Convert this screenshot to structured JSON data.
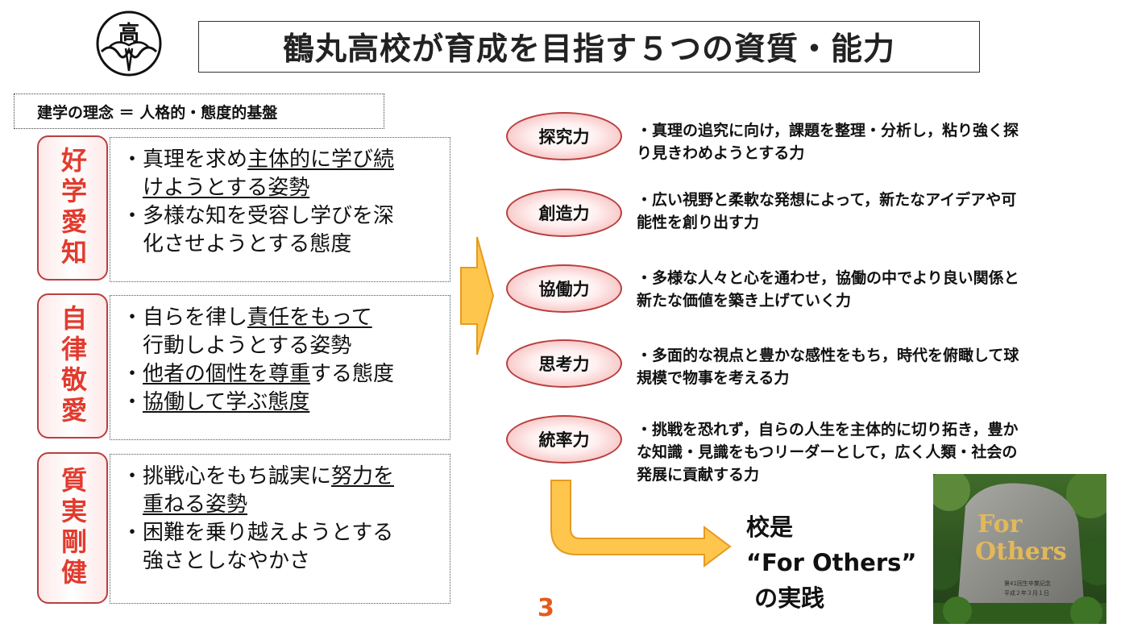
{
  "title": "鶴丸高校が育成を目指す５つの資質・能力",
  "logo_text": "高",
  "philosophy": "建学の理念 ＝ 人格的・態度的基盤",
  "pillars": [
    {
      "label": "好学愛知",
      "lines": [
        {
          "parts": [
            {
              "t": "・真理を求め",
              "u": false
            },
            {
              "t": "主体的に学び続",
              "u": true
            }
          ]
        },
        {
          "parts": [
            {
              "t": "　",
              "u": false
            },
            {
              "t": "けようとする姿勢",
              "u": true
            }
          ]
        },
        {
          "parts": [
            {
              "t": "・多様な知を受容し学びを深",
              "u": false
            }
          ]
        },
        {
          "parts": [
            {
              "t": "　化させようとする態度",
              "u": false
            }
          ]
        }
      ]
    },
    {
      "label": "自律敬愛",
      "lines": [
        {
          "parts": [
            {
              "t": "・自らを律し",
              "u": false
            },
            {
              "t": "責任をもって",
              "u": true
            }
          ]
        },
        {
          "parts": [
            {
              "t": "　行動しようとする姿勢",
              "u": false
            }
          ]
        },
        {
          "parts": [
            {
              "t": "・",
              "u": false
            },
            {
              "t": "他者の個性を尊重",
              "u": true
            },
            {
              "t": "する態度",
              "u": false
            }
          ]
        },
        {
          "parts": [
            {
              "t": "・",
              "u": false
            },
            {
              "t": "協働して学ぶ態度",
              "u": true
            }
          ]
        }
      ]
    },
    {
      "label": "質実剛健",
      "lines": [
        {
          "parts": [
            {
              "t": "・挑戦心をもち誠実に",
              "u": false
            },
            {
              "t": "努力を",
              "u": true
            }
          ]
        },
        {
          "parts": [
            {
              "t": "　",
              "u": false
            },
            {
              "t": "重ねる姿勢",
              "u": true
            }
          ]
        },
        {
          "parts": [
            {
              "t": "・困難を乗り越えようとする",
              "u": false
            }
          ]
        },
        {
          "parts": [
            {
              "t": "　強さとしなやかさ",
              "u": false
            }
          ]
        }
      ]
    }
  ],
  "abilities": [
    {
      "name": "探究力",
      "desc_lines": [
        "・真理の追究に向け，課題を整理・分析し，粘り強く探",
        "り見きわめようとする力"
      ]
    },
    {
      "name": "創造力",
      "desc_lines": [
        "・広い視野と柔軟な発想によって，新たなアイデアや可",
        "能性を創り出す力"
      ]
    },
    {
      "name": "協働力",
      "desc_lines": [
        "・多様な人々と心を通わせ，協働の中でより良い関係と",
        "新たな価値を築き上げていく力"
      ]
    },
    {
      "name": "思考力",
      "desc_lines": [
        "・多面的な視点と豊かな感性をもち，時代を俯瞰して球",
        "規模で物事を考える力"
      ]
    },
    {
      "name": "統率力",
      "desc_lines": [
        "・挑戦を恐れず，自らの人生を主体的に切り拓き，豊か",
        "な知識・見識をもつリーダーとして，広く人類・社会の",
        "発展に貢献する力"
      ]
    }
  ],
  "motto": {
    "line1": "校是",
    "line2": "“For Others”",
    "line3": " の実践"
  },
  "photo": {
    "stone_line1": "For",
    "stone_line2": "Others",
    "inscription1": "第41回生卒業記念",
    "inscription2": "平成２年３月１日"
  },
  "page_number": "3",
  "colors": {
    "accent_red": "#e23b2e",
    "border_red": "#b84040",
    "arrow_fill": "#ffc64d",
    "arrow_stroke": "#e69a20",
    "page_number": "#e55a1a"
  }
}
